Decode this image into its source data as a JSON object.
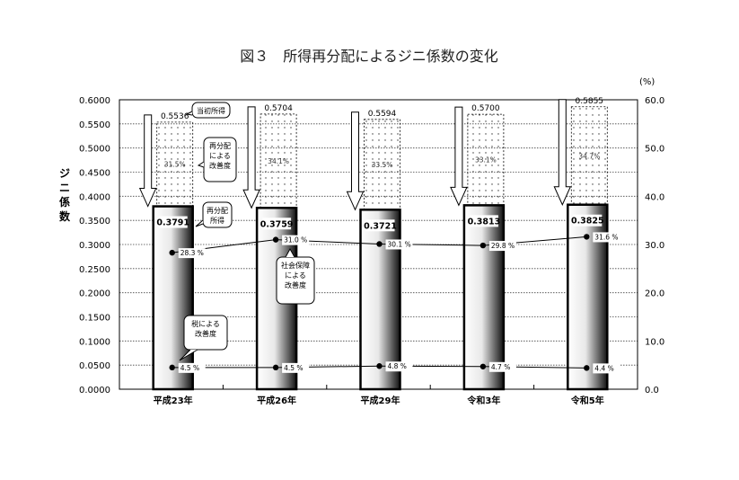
{
  "chart_data": {
    "type": "bar",
    "title": "図３　所得再分配によるジニ係数の変化",
    "ylabel": "ジニ係数",
    "y2label": "(%)",
    "ylim": [
      0,
      0.6
    ],
    "y2lim": [
      0,
      60
    ],
    "yticks": [
      "0.0000",
      "0.0500",
      "0.1000",
      "0.1500",
      "0.2000",
      "0.2500",
      "0.3000",
      "0.3500",
      "0.4000",
      "0.4500",
      "0.5000",
      "0.5500",
      "0.6000"
    ],
    "y2ticks": [
      "0.0",
      "10.0",
      "20.0",
      "30.0",
      "40.0",
      "50.0",
      "60.0"
    ],
    "categories": [
      "平成23年",
      "平成26年",
      "平成29年",
      "令和3年",
      "令和5年"
    ],
    "series": [
      {
        "name": "当初所得",
        "values": [
          0.5536,
          0.5704,
          0.5594,
          0.57,
          0.5855
        ],
        "labels": [
          "0.5536",
          "0.5704",
          "0.5594",
          "0.5700",
          "0.5855"
        ]
      },
      {
        "name": "再分配所得",
        "values": [
          0.3791,
          0.3759,
          0.3721,
          0.3813,
          0.3825
        ],
        "labels": [
          "0.3791",
          "0.3759",
          "0.3721",
          "0.3813",
          "0.3825"
        ]
      },
      {
        "name": "再分配による改善度",
        "values": [
          31.5,
          34.1,
          33.5,
          33.1,
          34.7
        ],
        "labels": [
          "31.5%",
          "34.1%",
          "33.5%",
          "33.1%",
          "34.7%"
        ]
      },
      {
        "name": "社会保障による改善度",
        "values": [
          28.3,
          31.0,
          30.1,
          29.8,
          31.6
        ],
        "labels": [
          "28.3 %",
          "31.0 %",
          "30.1 %",
          "29.8 %",
          "31.6 %"
        ]
      },
      {
        "name": "税による改善度",
        "values": [
          4.5,
          4.5,
          4.8,
          4.7,
          4.4
        ],
        "labels": [
          "4.5 %",
          "4.5 %",
          "4.8 %",
          "4.7 %",
          "4.4 %"
        ]
      }
    ],
    "callouts": {
      "initial": "当初所得",
      "redistribution": [
        "再分配",
        "による",
        "改善度"
      ],
      "redistributed": [
        "再分配",
        "所得"
      ],
      "social": [
        "社会保障",
        "による",
        "改善度"
      ],
      "tax": [
        "税による",
        "改善度"
      ]
    }
  }
}
